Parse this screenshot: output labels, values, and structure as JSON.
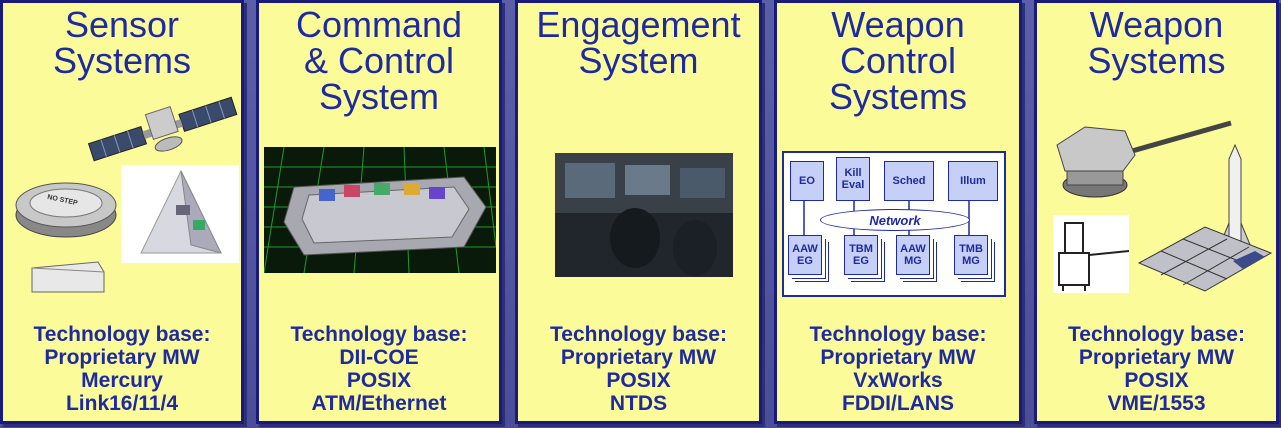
{
  "panels": [
    {
      "title": [
        "Sensor",
        "Systems"
      ],
      "tech": [
        "Technology base:",
        "Proprietary MW",
        "Mercury",
        "Link16/11/4"
      ]
    },
    {
      "title": [
        "Command",
        "& Control",
        "System"
      ],
      "tech": [
        "Technology base:",
        "DII-COE",
        "POSIX",
        "ATM/Ethernet"
      ]
    },
    {
      "title": [
        "Engagement",
        "System"
      ],
      "tech": [
        "Technology base:",
        "Proprietary MW",
        "POSIX",
        "NTDS"
      ]
    },
    {
      "title": [
        "Weapon",
        "Control",
        "Systems"
      ],
      "tech": [
        "Technology base:",
        "Proprietary MW",
        "VxWorks",
        "FDDI/LANS"
      ]
    },
    {
      "title": [
        "Weapon",
        "Systems"
      ],
      "tech": [
        "Technology base:",
        "Proprietary MW",
        "POSIX",
        "VME/1553"
      ]
    }
  ],
  "wcs_diagram": {
    "top_boxes": [
      "EO",
      "Kill Eval",
      "Sched",
      "Illum"
    ],
    "network": "Network",
    "bottom_boxes": [
      "AAW EG",
      "TBM EG",
      "AAW MG",
      "TMB MG"
    ]
  },
  "sensor_art": {
    "dome_label": "NO STEP"
  },
  "colors": {
    "panel_bg": "#fbfb9a",
    "text": "#1e2aa0",
    "border": "#1a1a7a",
    "background": "#4a4e98"
  }
}
